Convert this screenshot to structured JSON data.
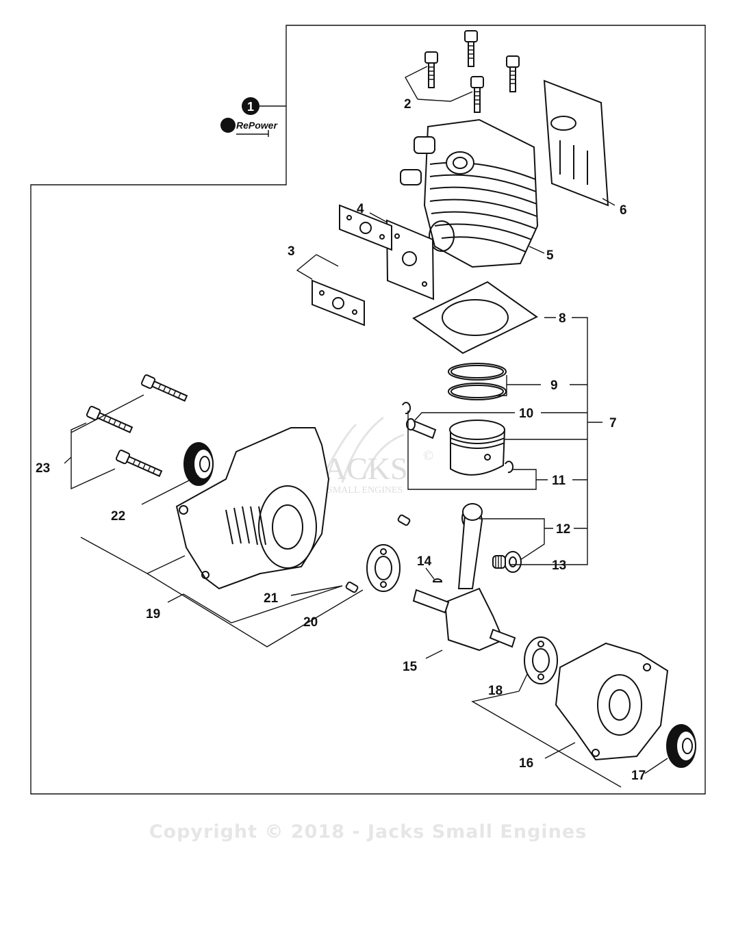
{
  "diagram": {
    "kit_callout": "1",
    "repower_logo": "RePower",
    "watermark_top": "JACKS",
    "watermark_bottom": "SMALL ENGINES",
    "watermark_mark": "©",
    "callouts": [
      "2",
      "3",
      "4",
      "5",
      "6",
      "7",
      "8",
      "9",
      "10",
      "11",
      "12",
      "13",
      "14",
      "15",
      "16",
      "17",
      "18",
      "19",
      "20",
      "21",
      "22",
      "23"
    ],
    "parts": [
      "bolts",
      "gasket-pair",
      "insulator",
      "cylinder",
      "heat-shield",
      "piston-kit",
      "cylinder-gasket",
      "piston-rings",
      "piston-pin",
      "pin-circlip",
      "thrust-washers",
      "needle-bearing",
      "woodruff-key",
      "crankshaft",
      "crankcase-right",
      "oil-seal-right",
      "bearing-right",
      "crankcase-left",
      "bearing-left",
      "dowel-pins",
      "oil-seal-left",
      "crankcase-bolts"
    ]
  },
  "footer": {
    "copyright": "Copyright © 2018 - Jacks Small Engines"
  }
}
